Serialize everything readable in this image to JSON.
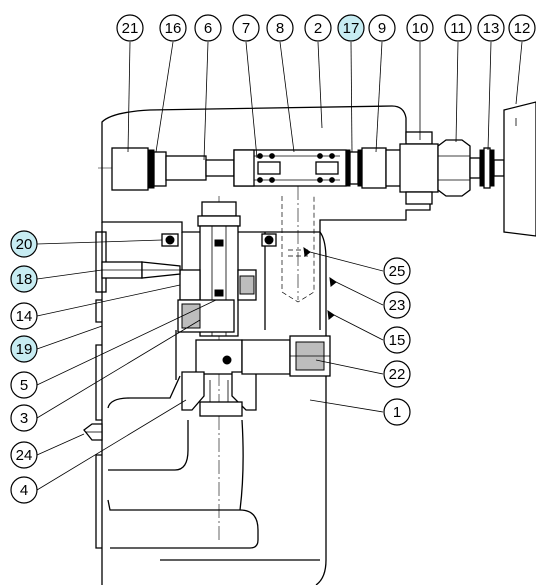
{
  "callouts": [
    {
      "id": "c21",
      "label": "21",
      "highlight": false
    },
    {
      "id": "c16",
      "label": "16",
      "highlight": false
    },
    {
      "id": "c6",
      "label": "6",
      "highlight": false
    },
    {
      "id": "c7",
      "label": "7",
      "highlight": false
    },
    {
      "id": "c8",
      "label": "8",
      "highlight": false
    },
    {
      "id": "c2",
      "label": "2",
      "highlight": false
    },
    {
      "id": "c17",
      "label": "17",
      "highlight": true
    },
    {
      "id": "c9",
      "label": "9",
      "highlight": false
    },
    {
      "id": "c10",
      "label": "10",
      "highlight": false
    },
    {
      "id": "c11",
      "label": "11",
      "highlight": false
    },
    {
      "id": "c13",
      "label": "13",
      "highlight": false
    },
    {
      "id": "c12",
      "label": "12",
      "highlight": false
    },
    {
      "id": "c20",
      "label": "20",
      "highlight": true
    },
    {
      "id": "c18",
      "label": "18",
      "highlight": true
    },
    {
      "id": "c14",
      "label": "14",
      "highlight": false
    },
    {
      "id": "c19",
      "label": "19",
      "highlight": true
    },
    {
      "id": "c5",
      "label": "5",
      "highlight": false
    },
    {
      "id": "c3",
      "label": "3",
      "highlight": false
    },
    {
      "id": "c24",
      "label": "24",
      "highlight": false
    },
    {
      "id": "c4",
      "label": "4",
      "highlight": false
    },
    {
      "id": "c25",
      "label": "25",
      "highlight": false
    },
    {
      "id": "c23",
      "label": "23",
      "highlight": false
    },
    {
      "id": "c15",
      "label": "15",
      "highlight": false
    },
    {
      "id": "c22",
      "label": "22",
      "highlight": false
    },
    {
      "id": "c1",
      "label": "1",
      "highlight": false
    }
  ],
  "colors": {
    "highlight_fill": "#c7ecf2",
    "normal_fill": "#ffffff",
    "line": "#000000"
  }
}
